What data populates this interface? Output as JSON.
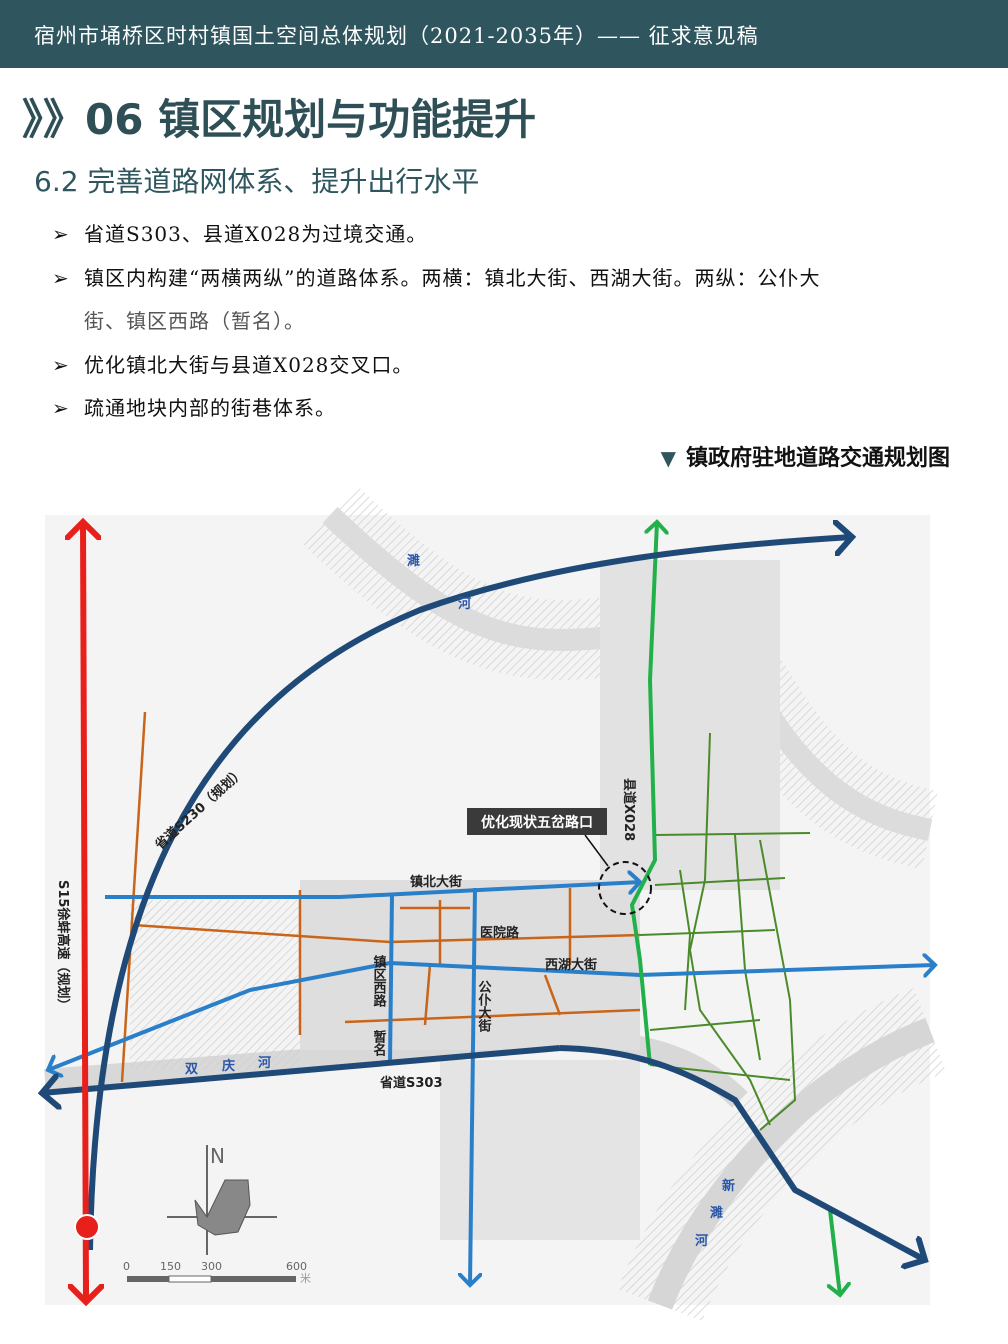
{
  "header": {
    "title": "宿州市埇桥区时村镇国土空间总体规划（2021-2035年）—— 征求意见稿"
  },
  "page_title": "》》06 镇区规划与功能提升",
  "section_title": "6.2 完善道路网体系、提升出行水平",
  "bullets": [
    {
      "marker": "➢",
      "text": "省道S303、县道X028为过境交通。"
    },
    {
      "marker": "➢",
      "text": "镇区内构建“两横两纵”的道路体系。两横：镇北大街、西湖大街。两纵：公仆大"
    },
    {
      "marker": "",
      "text": "街、镇区西路（暂名）。"
    },
    {
      "marker": "➢",
      "text": "优化镇北大街与县道X028交叉口。"
    },
    {
      "marker": "➢",
      "text": "疏通地块内部的街巷体系。"
    }
  ],
  "map_caption": {
    "marker": "▼",
    "text": "镇政府驻地道路交通规划图"
  },
  "map": {
    "labels": {
      "zhenbei": "镇北大街",
      "yiyuan": "医院路",
      "xihu": "西湖大街",
      "x028": "县道X028",
      "s230": "省道S230（规划）",
      "s15": "S15徐蚌高速（规划）",
      "zhenquxi": "镇区西路",
      "zanming": "暂名",
      "gongpu": "公仆大街",
      "s303": "省道S303",
      "callout": "优化现状五岔路口"
    },
    "rivers": {
      "suihe_1": "濉",
      "suihe_2": "河",
      "shuangqing": [
        "双",
        "庆",
        "河"
      ],
      "xinsui": [
        "新",
        "濉",
        "河"
      ]
    },
    "compass": "N",
    "scale": {
      "ticks": [
        "0",
        "150",
        "300",
        "600"
      ],
      "unit": "米"
    },
    "colors": {
      "expressway": "#e8201c",
      "provincial": "#1f4a78",
      "main": "#2a7fc9",
      "county": "#22b04a",
      "branch": "#c8651a",
      "alley": "#4a8a2a"
    }
  }
}
